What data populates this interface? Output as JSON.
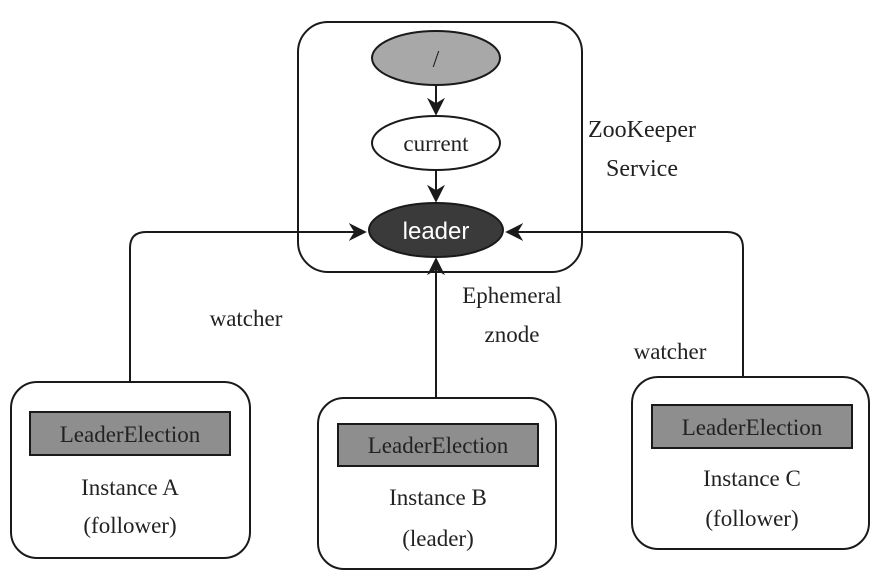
{
  "service": {
    "label_line1": "ZooKeeper",
    "label_line2": "Service",
    "nodes": {
      "root": "/",
      "current": "current",
      "leader": "leader"
    }
  },
  "edge_labels": {
    "left": "watcher",
    "right": "watcher",
    "center_line1": "Ephemeral",
    "center_line2": "znode"
  },
  "instances": [
    {
      "component": "LeaderElection",
      "name": "Instance A",
      "role": "(follower)"
    },
    {
      "component": "LeaderElection",
      "name": "Instance B",
      "role": "(leader)"
    },
    {
      "component": "LeaderElection",
      "name": "Instance C",
      "role": "(follower)"
    }
  ],
  "colors": {
    "root_fill": "#a8a8a8",
    "leader_fill": "#3a3a3a",
    "component_fill": "#8e8e8e",
    "stroke": "#1a1a1a"
  }
}
